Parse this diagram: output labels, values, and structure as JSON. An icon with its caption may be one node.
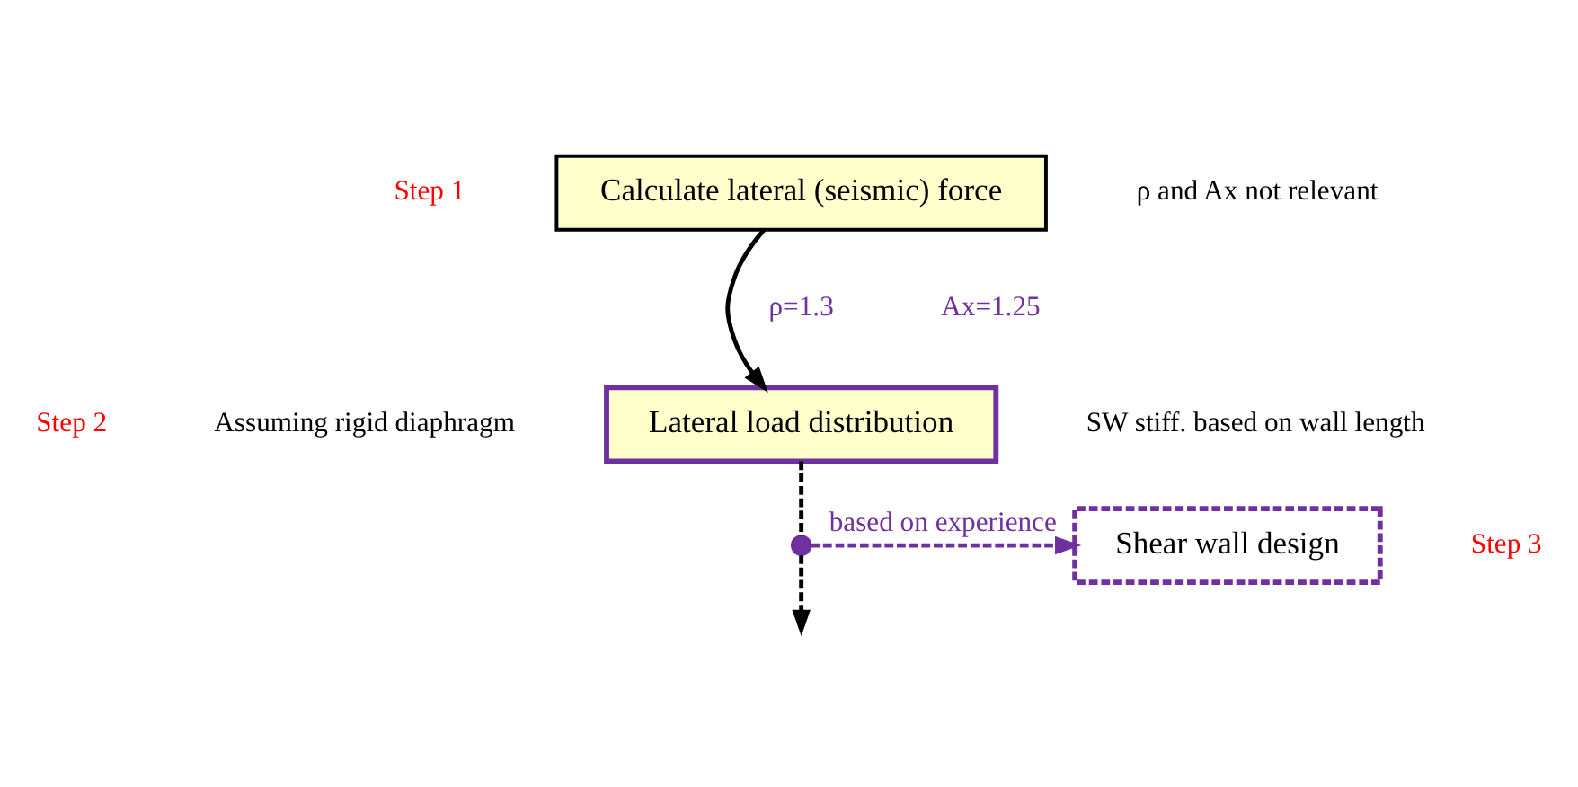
{
  "diagram": {
    "nodes": [
      {
        "text": [
          "Calculate lateral (seismic) force"
        ],
        "beside": [
          "Step 1",
          "ρ and Ax not relevant"
        ]
      },
      {
        "text": [
          "Lateral load distribution"
        ],
        "beside": [
          "Step 2",
          "Assuming rigid diaphragm",
          "SW stiff. based on wall length"
        ]
      },
      {
        "text": [
          "Shear wall design"
        ],
        "beside": [
          "Step 3"
        ]
      },
      {
        "text": [],
        "shape": "circle"
      }
    ],
    "edges": [
      {
        "from": 0,
        "to": 1,
        "arrow": "to"
      },
      {
        "from": 1,
        "to": 3,
        "arrow": "none",
        "style": "dashed"
      },
      {
        "from": 3,
        "to": null,
        "arrow": "to",
        "style": "dashed"
      },
      {
        "from": 3,
        "to": 2,
        "arrow": "to",
        "style": "dashed",
        "color": "#7030a0",
        "label": "based on experience"
      }
    ],
    "labels": [
      "ρ=1.3",
      "Ax=1.25"
    ]
  }
}
